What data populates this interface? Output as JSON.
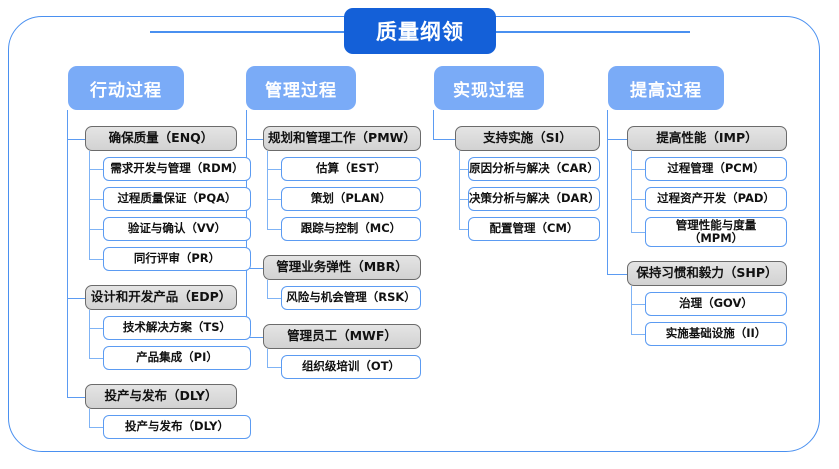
{
  "diagram": {
    "title": "质量纲领",
    "frame_color": "#4a90f0",
    "title_color": "#1460d8",
    "header_color": "#7aabf7",
    "group_color": "#d8d8d8",
    "leaf_border_color": "#5b9bf2"
  },
  "columns": [
    {
      "header": "行动过程",
      "groups": [
        {
          "label": "确保质量（ENQ）",
          "children": [
            "需求开发与管理（RDM）",
            "过程质量保证（PQA）",
            "验证与确认（VV）",
            "同行评审（PR）"
          ]
        },
        {
          "label": "设计和开发产品（EDP）",
          "children": [
            "技术解决方案（TS）",
            "产品集成（PI）"
          ]
        },
        {
          "label": "投产与发布（DLY）",
          "children": [
            "投产与发布（DLY）"
          ]
        }
      ]
    },
    {
      "header": "管理过程",
      "groups": [
        {
          "label": "规划和管理工作（PMW）",
          "children": [
            "估算（EST）",
            "策划（PLAN）",
            "跟踪与控制（MC）"
          ]
        },
        {
          "label": "管理业务弹性（MBR）",
          "children": [
            "风险与机会管理（RSK）"
          ]
        },
        {
          "label": "管理员工（MWF）",
          "children": [
            "组织级培训（OT）"
          ]
        }
      ]
    },
    {
      "header": "实现过程",
      "groups": [
        {
          "label": "支持实施（SI）",
          "children": [
            "原因分析与解决（CAR）",
            "决策分析与解决（DAR）",
            "配置管理（CM）"
          ]
        }
      ]
    },
    {
      "header": "提高过程",
      "groups": [
        {
          "label": "提高性能（IMP）",
          "children": [
            "过程管理（PCM）",
            "过程资产开发（PAD）",
            "管理性能与度量\n（MPM）"
          ]
        },
        {
          "label": "保持习惯和毅力（SHP）",
          "children": [
            "治理（GOV）",
            "实施基础设施（II）"
          ]
        }
      ]
    }
  ]
}
